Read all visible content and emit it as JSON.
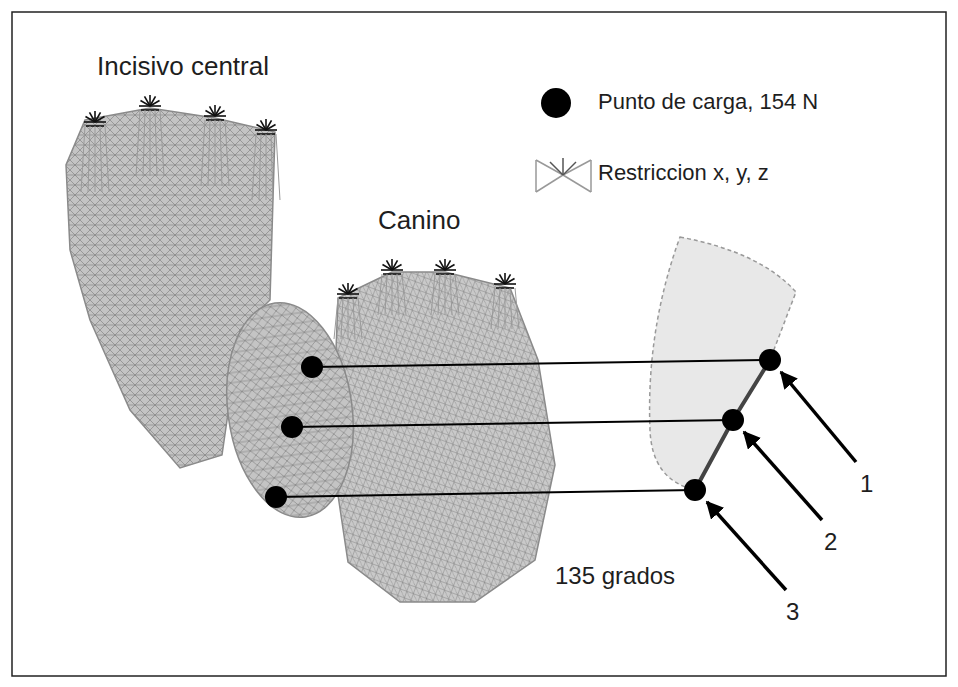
{
  "diagram": {
    "labels": [
      "Incisivo central",
      "Canino",
      "135 grados",
      "1",
      "2",
      "3"
    ],
    "legend": [
      {
        "text": "Punto de carga, 154 N"
      },
      {
        "text": "Restriccion x, y, z"
      }
    ]
  }
}
